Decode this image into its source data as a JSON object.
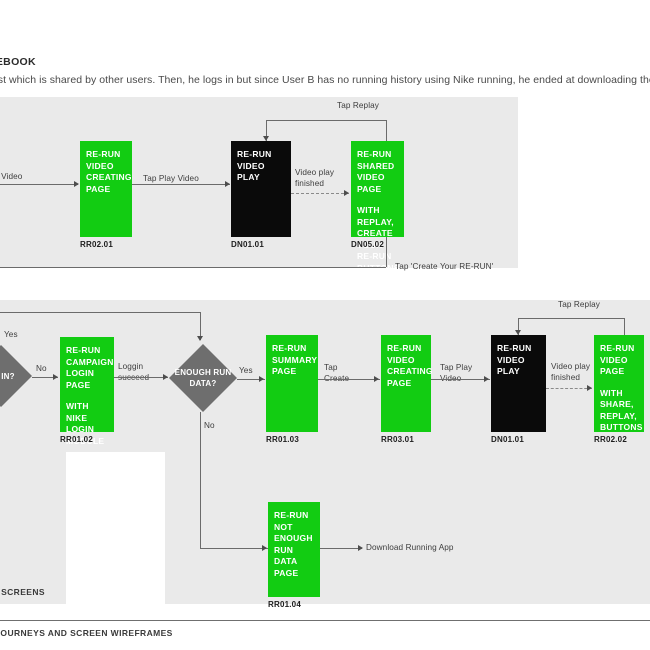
{
  "header": {
    "title": "CEBOOK",
    "description": "post which is shared by other users. Then, he logs in but since User B has no running history using Nike running, he ended at downloading the Running a"
  },
  "footer": {
    "section_label": "ION SCREENS",
    "document_label": "R JOURNEYS AND SCREEN WIREFRAMES"
  },
  "colors": {
    "green": "#12cc12",
    "black": "#0a0a0a",
    "panel_gray": "#eaeaea",
    "diamond_gray": "#6e6e6e",
    "connector": "#6b6b6b"
  },
  "flow_top": {
    "nodes": [
      {
        "id": "rr0201",
        "title": "RE-RUN\nVIDEO\nCREATING\nPAGE",
        "sub": "",
        "code": "RR02.01",
        "style": "green"
      },
      {
        "id": "dn0101a",
        "title": "RE-RUN\nVIDEO PLAY",
        "sub": "",
        "code": "DN01.01",
        "style": "black"
      },
      {
        "id": "dn0502",
        "title": "RE-RUN\nSHARED\nVIDEO PAGE",
        "sub": "WITH REPLAY,\nCREATE YOUR\nRE-RUN\nBUTTONS",
        "code": "DN05.02",
        "style": "green"
      }
    ],
    "labels": {
      "in_play_video": "lay Video",
      "tap_play_video": "Tap Play Video",
      "video_play_finished": "Video play\nfinished",
      "tap_replay": "Tap Replay",
      "tap_create_your_rerun": "Tap 'Create Your RE-RUN'"
    }
  },
  "flow_bottom": {
    "decisions": [
      {
        "id": "logged-in",
        "label": "ED IN?"
      },
      {
        "id": "enough-run-data",
        "label": "ENOUGH RUN\nDATA?"
      }
    ],
    "nodes": [
      {
        "id": "rr0102",
        "title": "RE-RUN\nCAMPAIGN\nLOGIN PAGE",
        "sub": "WITH NIKE\nLOGIN\nMODULE",
        "code": "RR01.02",
        "style": "green"
      },
      {
        "id": "rr0103",
        "title": "RE-RUN\nSUMMARY\nPAGE",
        "sub": "",
        "code": "RR01.03",
        "style": "green"
      },
      {
        "id": "rr0301",
        "title": "RE-RUN\nVIDEO\nCREATING\nPAGE",
        "sub": "",
        "code": "RR03.01",
        "style": "green"
      },
      {
        "id": "dn0101b",
        "title": "RE-RUN\nVIDEO PLAY",
        "sub": "",
        "code": "DN01.01",
        "style": "black"
      },
      {
        "id": "rr0202",
        "title": "RE-RUN\nVIDEO PAGE",
        "sub": "WITH SHARE,\nREPLAY,\nBUTTONS",
        "code": "RR02.02",
        "style": "green"
      },
      {
        "id": "rr0104",
        "title": "RE-RUN NOT\nENOUGH RUN\nDATA PAGE",
        "sub": "",
        "code": "RR01.04",
        "style": "green"
      }
    ],
    "labels": {
      "yes_top": "Yes",
      "no_login": "No",
      "loggin_succeed": "Loggin\nsucceed",
      "yes_data": "Yes",
      "no_data": "No",
      "tap_create": "Tap\nCreate",
      "tap_play_video": "Tap Play\nVideo",
      "video_play_finished": "Video play\nfinished",
      "tap_replay": "Tap Replay",
      "download_running_app": "Download Running App"
    }
  }
}
